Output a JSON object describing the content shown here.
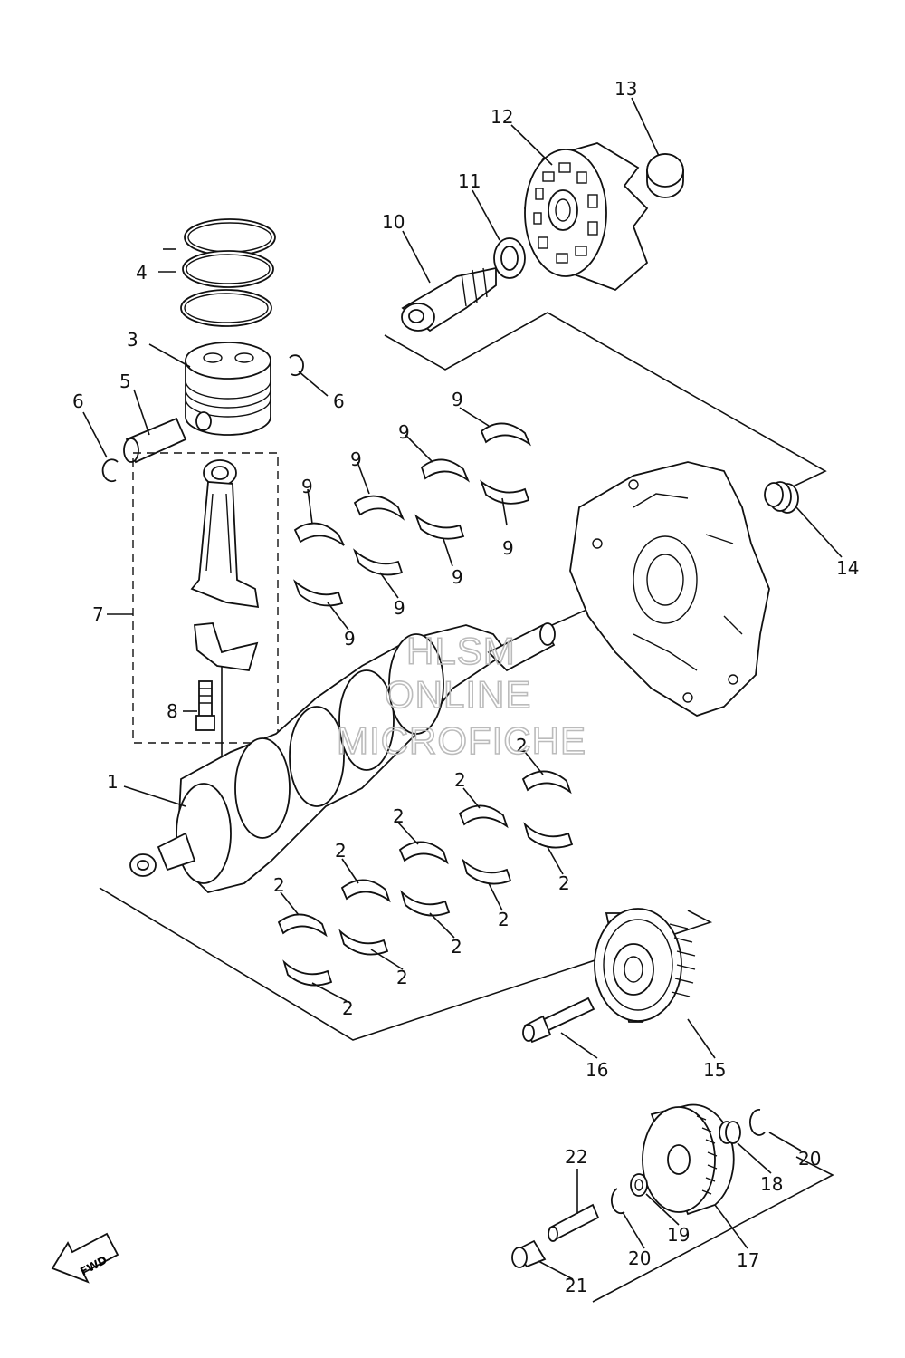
{
  "watermark": {
    "line1": "HLSM",
    "line2": "ONLINE",
    "line3": "MICROFICHE"
  },
  "direction_arrow": {
    "label": "FWD",
    "icon": "forward-arrow-icon"
  },
  "callouts": {
    "c1": "1",
    "c2": "2",
    "c3": "3",
    "c4": "4",
    "c5": "5",
    "c6": "6",
    "c7": "7",
    "c8": "8",
    "c9": "9",
    "c10": "10",
    "c11": "11",
    "c12": "12",
    "c13": "13",
    "c14": "14",
    "c15": "15",
    "c16": "16",
    "c17": "17",
    "c18": "18",
    "c19": "19",
    "c20": "20",
    "c21": "21",
    "c22": "22"
  },
  "colors": {
    "line": "#111111",
    "watermark": "#bbbbbb",
    "background": "#ffffff"
  }
}
